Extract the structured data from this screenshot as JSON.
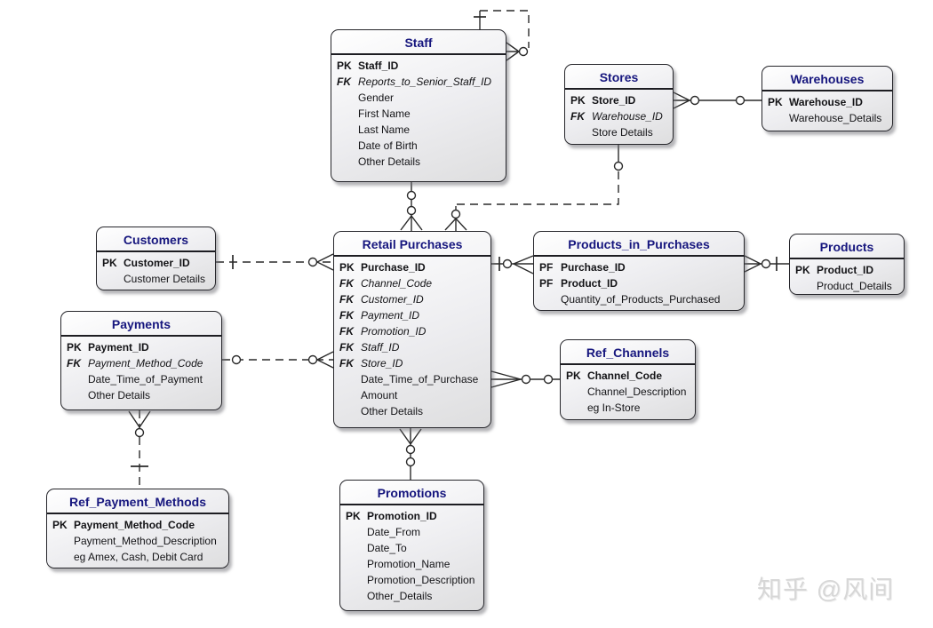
{
  "watermark": {
    "text": "知乎 @风间"
  },
  "entities": {
    "staff": {
      "title": "Staff",
      "rows": [
        {
          "key": "PK",
          "label": "Staff_ID"
        },
        {
          "key": "FK",
          "label": "Reports_to_Senior_Staff_ID"
        },
        {
          "key": "",
          "label": "Gender"
        },
        {
          "key": "",
          "label": "First Name"
        },
        {
          "key": "",
          "label": "Last Name"
        },
        {
          "key": "",
          "label": "Date of Birth"
        },
        {
          "key": "",
          "label": "Other Details"
        }
      ]
    },
    "stores": {
      "title": "Stores",
      "rows": [
        {
          "key": "PK",
          "label": "Store_ID"
        },
        {
          "key": "FK",
          "label": "Warehouse_ID"
        },
        {
          "key": "",
          "label": "Store Details"
        }
      ]
    },
    "warehouses": {
      "title": "Warehouses",
      "rows": [
        {
          "key": "PK",
          "label": "Warehouse_ID"
        },
        {
          "key": "",
          "label": "Warehouse_Details"
        }
      ]
    },
    "customers": {
      "title": "Customers",
      "rows": [
        {
          "key": "PK",
          "label": "Customer_ID"
        },
        {
          "key": "",
          "label": "Customer Details"
        }
      ]
    },
    "retail_purchases": {
      "title": "Retail Purchases",
      "rows": [
        {
          "key": "PK",
          "label": "Purchase_ID"
        },
        {
          "key": "FK",
          "label": "Channel_Code"
        },
        {
          "key": "FK",
          "label": "Customer_ID"
        },
        {
          "key": "FK",
          "label": "Payment_ID"
        },
        {
          "key": "FK",
          "label": "Promotion_ID"
        },
        {
          "key": "FK",
          "label": "Staff_ID"
        },
        {
          "key": "FK",
          "label": "Store_ID"
        },
        {
          "key": "",
          "label": "Date_Time_of_Purchase"
        },
        {
          "key": "",
          "label": "Amount"
        },
        {
          "key": "",
          "label": "Other Details"
        }
      ]
    },
    "products_in_purchases": {
      "title": "Products_in_Purchases",
      "rows": [
        {
          "key": "PF",
          "label": "Purchase_ID"
        },
        {
          "key": "PF",
          "label": "Product_ID"
        },
        {
          "key": "",
          "label": "Quantity_of_Products_Purchased"
        }
      ]
    },
    "products": {
      "title": "Products",
      "rows": [
        {
          "key": "PK",
          "label": "Product_ID"
        },
        {
          "key": "",
          "label": "Product_Details"
        }
      ]
    },
    "payments": {
      "title": "Payments",
      "rows": [
        {
          "key": "PK",
          "label": "Payment_ID"
        },
        {
          "key": "FK",
          "label": "Payment_Method_Code"
        },
        {
          "key": "",
          "label": "Date_Time_of_Payment"
        },
        {
          "key": "",
          "label": "Other Details"
        }
      ]
    },
    "ref_channels": {
      "title": "Ref_Channels",
      "rows": [
        {
          "key": "PK",
          "label": "Channel_Code"
        },
        {
          "key": "",
          "label": "Channel_Description"
        },
        {
          "key": "",
          "label": "eg In-Store"
        }
      ]
    },
    "ref_payment_methods": {
      "title": "Ref_Payment_Methods",
      "rows": [
        {
          "key": "PK",
          "label": "Payment_Method_Code"
        },
        {
          "key": "",
          "label": "Payment_Method_Description"
        },
        {
          "key": "",
          "label": "eg Amex, Cash, Debit Card"
        }
      ]
    },
    "promotions": {
      "title": "Promotions",
      "rows": [
        {
          "key": "PK",
          "label": "Promotion_ID"
        },
        {
          "key": "",
          "label": "Date_From"
        },
        {
          "key": "",
          "label": "Date_To"
        },
        {
          "key": "",
          "label": "Promotion_Name"
        },
        {
          "key": "",
          "label": "Promotion_Description"
        },
        {
          "key": "",
          "label": "Other_Details"
        }
      ]
    }
  },
  "relationships": [
    {
      "from": "Staff",
      "to": "Staff",
      "line": "dashed",
      "from_end": "one",
      "to_end": "zero-or-many"
    },
    {
      "from": "Staff",
      "to": "Retail Purchases",
      "line": "solid",
      "from_end": "zero-or-one",
      "to_end": "zero-or-many"
    },
    {
      "from": "Stores",
      "to": "Retail Purchases",
      "line": "dashed",
      "from_end": "zero-or-one",
      "to_end": "zero-or-many"
    },
    {
      "from": "Stores",
      "to": "Warehouses",
      "line": "solid",
      "from_end": "zero-or-many",
      "to_end": "zero-or-one"
    },
    {
      "from": "Customers",
      "to": "Retail Purchases",
      "line": "dashed",
      "from_end": "one",
      "to_end": "zero-or-many"
    },
    {
      "from": "Payments",
      "to": "Retail Purchases",
      "line": "dashed",
      "from_end": "zero-or-one",
      "to_end": "zero-or-many"
    },
    {
      "from": "Retail Purchases",
      "to": "Products_in_Purchases",
      "line": "solid",
      "from_end": "one",
      "to_end": "zero-or-many"
    },
    {
      "from": "Products_in_Purchases",
      "to": "Products",
      "line": "solid",
      "from_end": "zero-or-many",
      "to_end": "one"
    },
    {
      "from": "Retail Purchases",
      "to": "Ref_Channels",
      "line": "solid",
      "from_end": "zero-or-many",
      "to_end": "zero-or-one"
    },
    {
      "from": "Retail Purchases",
      "to": "Promotions",
      "line": "solid",
      "from_end": "zero-or-many",
      "to_end": "zero-or-one"
    },
    {
      "from": "Payments",
      "to": "Ref_Payment_Methods",
      "line": "dashed",
      "from_end": "zero-or-many",
      "to_end": "one"
    }
  ],
  "colors": {
    "entity_title": "#16167e",
    "line": "#2a2a2a",
    "entity_fill": "#ececef",
    "watermark": "#d7d7d7"
  }
}
